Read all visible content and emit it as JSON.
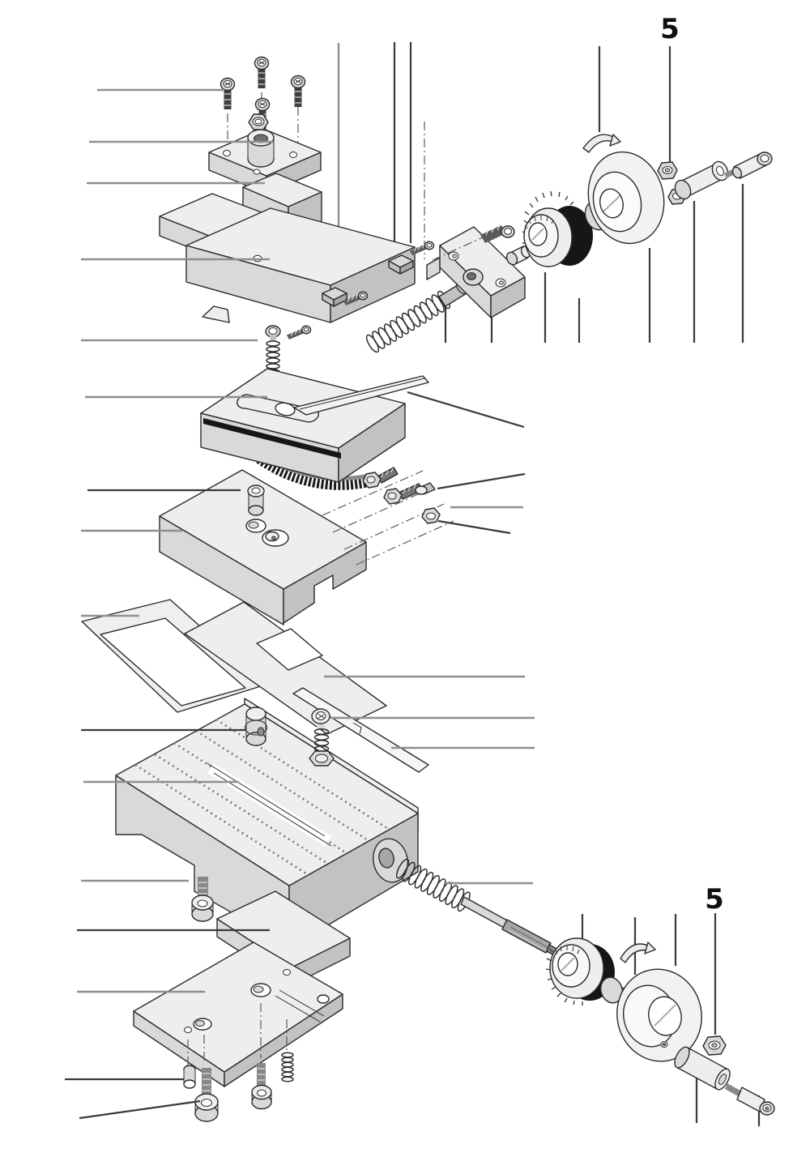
{
  "figure": {
    "kind": "exploded-parts-diagram",
    "subject": "machine cross-slide and compound-slide assembly",
    "background_color": "#ffffff",
    "outline_color": "#2b2b2b",
    "leader_line_color": "#8f8f8f",
    "label_color": "#111111",
    "callouts": [
      {
        "label": "5"
      },
      {
        "label": "5"
      }
    ],
    "parts": [
      "cap-screws",
      "tool-post-top-plate",
      "tool-holder-block",
      "compound-slide-body",
      "gib-adjusting-screw-with-spring",
      "t-nut-fasteners",
      "compound-slide-base",
      "feed-nut-gear-segment",
      "gib-strip",
      "feed-screw-with-spring",
      "bearing-bracket",
      "bracket-screw",
      "spacer-bushing",
      "graduated-dial",
      "rotation-arrow",
      "handwheel",
      "lock-nuts",
      "handle-sleeve",
      "handle-screw",
      "swivel-base-plate",
      "hex-screws-and-nuts",
      "cover-frame",
      "cover-strip",
      "cross-slide-gib",
      "clamp-screw-with-spring",
      "guide-collar",
      "cross-slide-saddle",
      "saddle-foot",
      "socket-screw",
      "cross-feed-screw-with-spring",
      "graduated-dial-lower",
      "rotation-arrow-lower",
      "handwheel-lower",
      "lock-nut-lower",
      "handle-sleeve-lower",
      "handle-screw-lower",
      "base-plate",
      "mounting-screws",
      "compression-spring",
      "clamp-piece"
    ]
  }
}
